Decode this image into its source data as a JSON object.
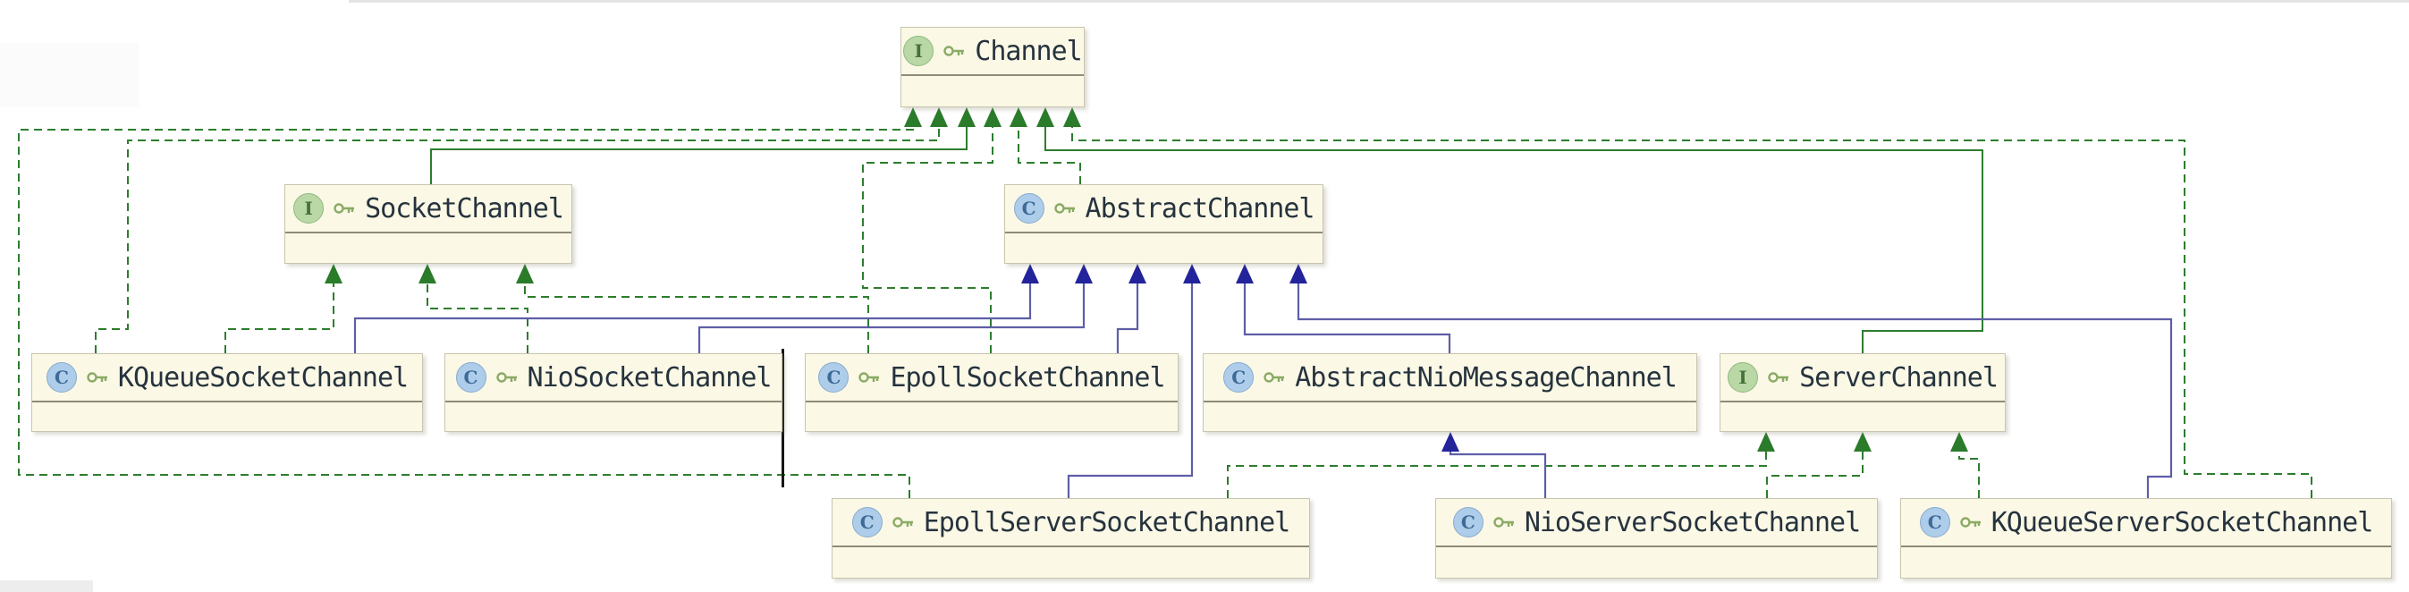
{
  "diagram": {
    "title": "Channel class hierarchy diagram",
    "nodes": {
      "channel": {
        "name": "Channel",
        "kind": "interface",
        "icon_letter": "I"
      },
      "socket_channel": {
        "name": "SocketChannel",
        "kind": "interface",
        "icon_letter": "I"
      },
      "abstract_channel": {
        "name": "AbstractChannel",
        "kind": "class",
        "icon_letter": "C"
      },
      "kqueue_socket_channel": {
        "name": "KQueueSocketChannel",
        "kind": "class",
        "icon_letter": "C"
      },
      "nio_socket_channel": {
        "name": "NioSocketChannel",
        "kind": "class",
        "icon_letter": "C"
      },
      "epoll_socket_channel": {
        "name": "EpollSocketChannel",
        "kind": "class",
        "icon_letter": "C"
      },
      "abstract_nio_message_channel": {
        "name": "AbstractNioMessageChannel",
        "kind": "class",
        "icon_letter": "C"
      },
      "server_channel": {
        "name": "ServerChannel",
        "kind": "interface",
        "icon_letter": "I"
      },
      "epoll_server_socket_channel": {
        "name": "EpollServerSocketChannel",
        "kind": "class",
        "icon_letter": "C"
      },
      "nio_server_socket_channel": {
        "name": "NioServerSocketChannel",
        "kind": "class",
        "icon_letter": "C"
      },
      "kqueue_server_socket_channel": {
        "name": "KQueueServerSocketChannel",
        "kind": "class",
        "icon_letter": "C"
      }
    },
    "edges": [
      {
        "from": "SocketChannel",
        "to": "Channel",
        "type": "extends"
      },
      {
        "from": "ServerChannel",
        "to": "Channel",
        "type": "extends"
      },
      {
        "from": "AbstractChannel",
        "to": "Channel",
        "type": "implements"
      },
      {
        "from": "KQueueSocketChannel",
        "to": "Channel",
        "type": "implements"
      },
      {
        "from": "EpollSocketChannel",
        "to": "Channel",
        "type": "implements"
      },
      {
        "from": "EpollServerSocketChannel",
        "to": "Channel",
        "type": "implements"
      },
      {
        "from": "KQueueServerSocketChannel",
        "to": "Channel",
        "type": "implements"
      },
      {
        "from": "KQueueSocketChannel",
        "to": "SocketChannel",
        "type": "implements"
      },
      {
        "from": "NioSocketChannel",
        "to": "SocketChannel",
        "type": "implements"
      },
      {
        "from": "EpollSocketChannel",
        "to": "SocketChannel",
        "type": "implements"
      },
      {
        "from": "EpollServerSocketChannel",
        "to": "ServerChannel",
        "type": "implements"
      },
      {
        "from": "NioServerSocketChannel",
        "to": "ServerChannel",
        "type": "implements"
      },
      {
        "from": "KQueueServerSocketChannel",
        "to": "ServerChannel",
        "type": "implements"
      },
      {
        "from": "KQueueSocketChannel",
        "to": "AbstractChannel",
        "type": "extends"
      },
      {
        "from": "NioSocketChannel",
        "to": "AbstractChannel",
        "type": "extends"
      },
      {
        "from": "EpollSocketChannel",
        "to": "AbstractChannel",
        "type": "extends"
      },
      {
        "from": "EpollServerSocketChannel",
        "to": "AbstractChannel",
        "type": "extends"
      },
      {
        "from": "AbstractNioMessageChannel",
        "to": "AbstractChannel",
        "type": "extends"
      },
      {
        "from": "KQueueServerSocketChannel",
        "to": "AbstractChannel",
        "type": "extends"
      },
      {
        "from": "NioServerSocketChannel",
        "to": "AbstractNioMessageChannel",
        "type": "extends"
      }
    ],
    "colors": {
      "node_fill": "#fbf8e6",
      "node_border": "#c9c5ae",
      "interface_edge_green": "#2d7d2d",
      "class_edge_navy": "#5e5ea8",
      "class_arrow_navy": "#23239b",
      "title_text": "#26333e"
    }
  }
}
